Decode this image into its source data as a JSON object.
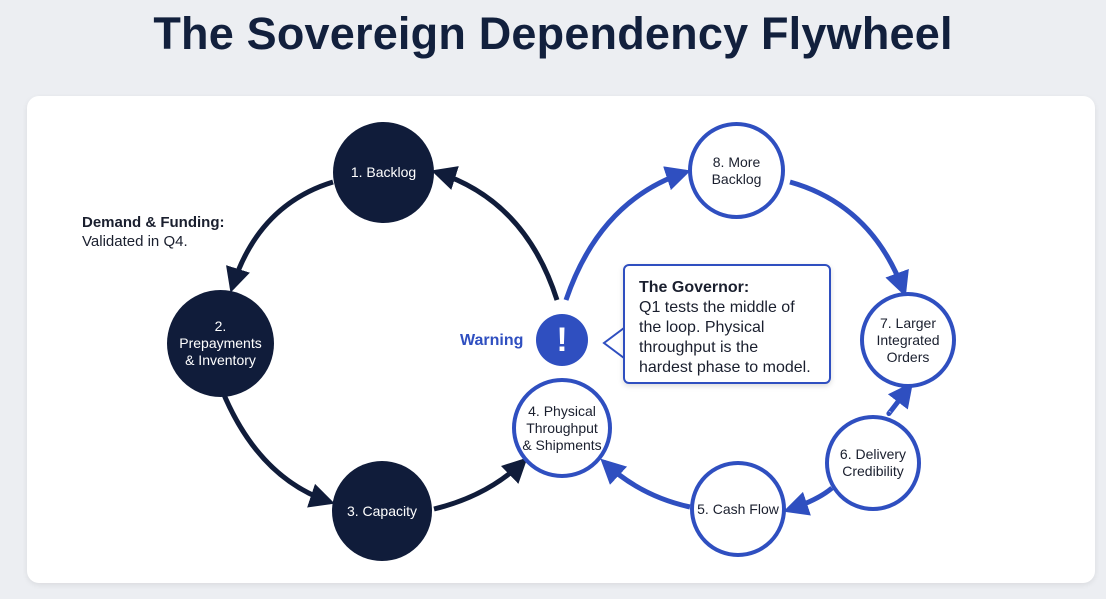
{
  "title": "The Sovereign Dependency Flywheel",
  "demand_funding": {
    "heading": "Demand & Funding:",
    "text": "Validated in Q4."
  },
  "warning": {
    "label": "Warning",
    "icon_glyph": "!",
    "icon": "exclamation-circle-icon"
  },
  "governor": {
    "heading": "The Governor:",
    "text": "Q1 tests the middle of the loop. Physical throughput is the hardest phase to model."
  },
  "nodes": {
    "n1": "1. Backlog",
    "n2": "2.\nPrepayments\n& Inventory",
    "n3": "3. Capacity",
    "n4": "4. Physical\nThroughput\n& Shipments",
    "n5": "5. Cash Flow",
    "n6": "6. Delivery\nCredibility",
    "n7": "7. Larger\nIntegrated\nOrders",
    "n8": "8. More\nBacklog"
  },
  "colors": {
    "dark_navy": "#101c3a",
    "accent_blue": "#2f4fc0",
    "title": "#12203d"
  }
}
